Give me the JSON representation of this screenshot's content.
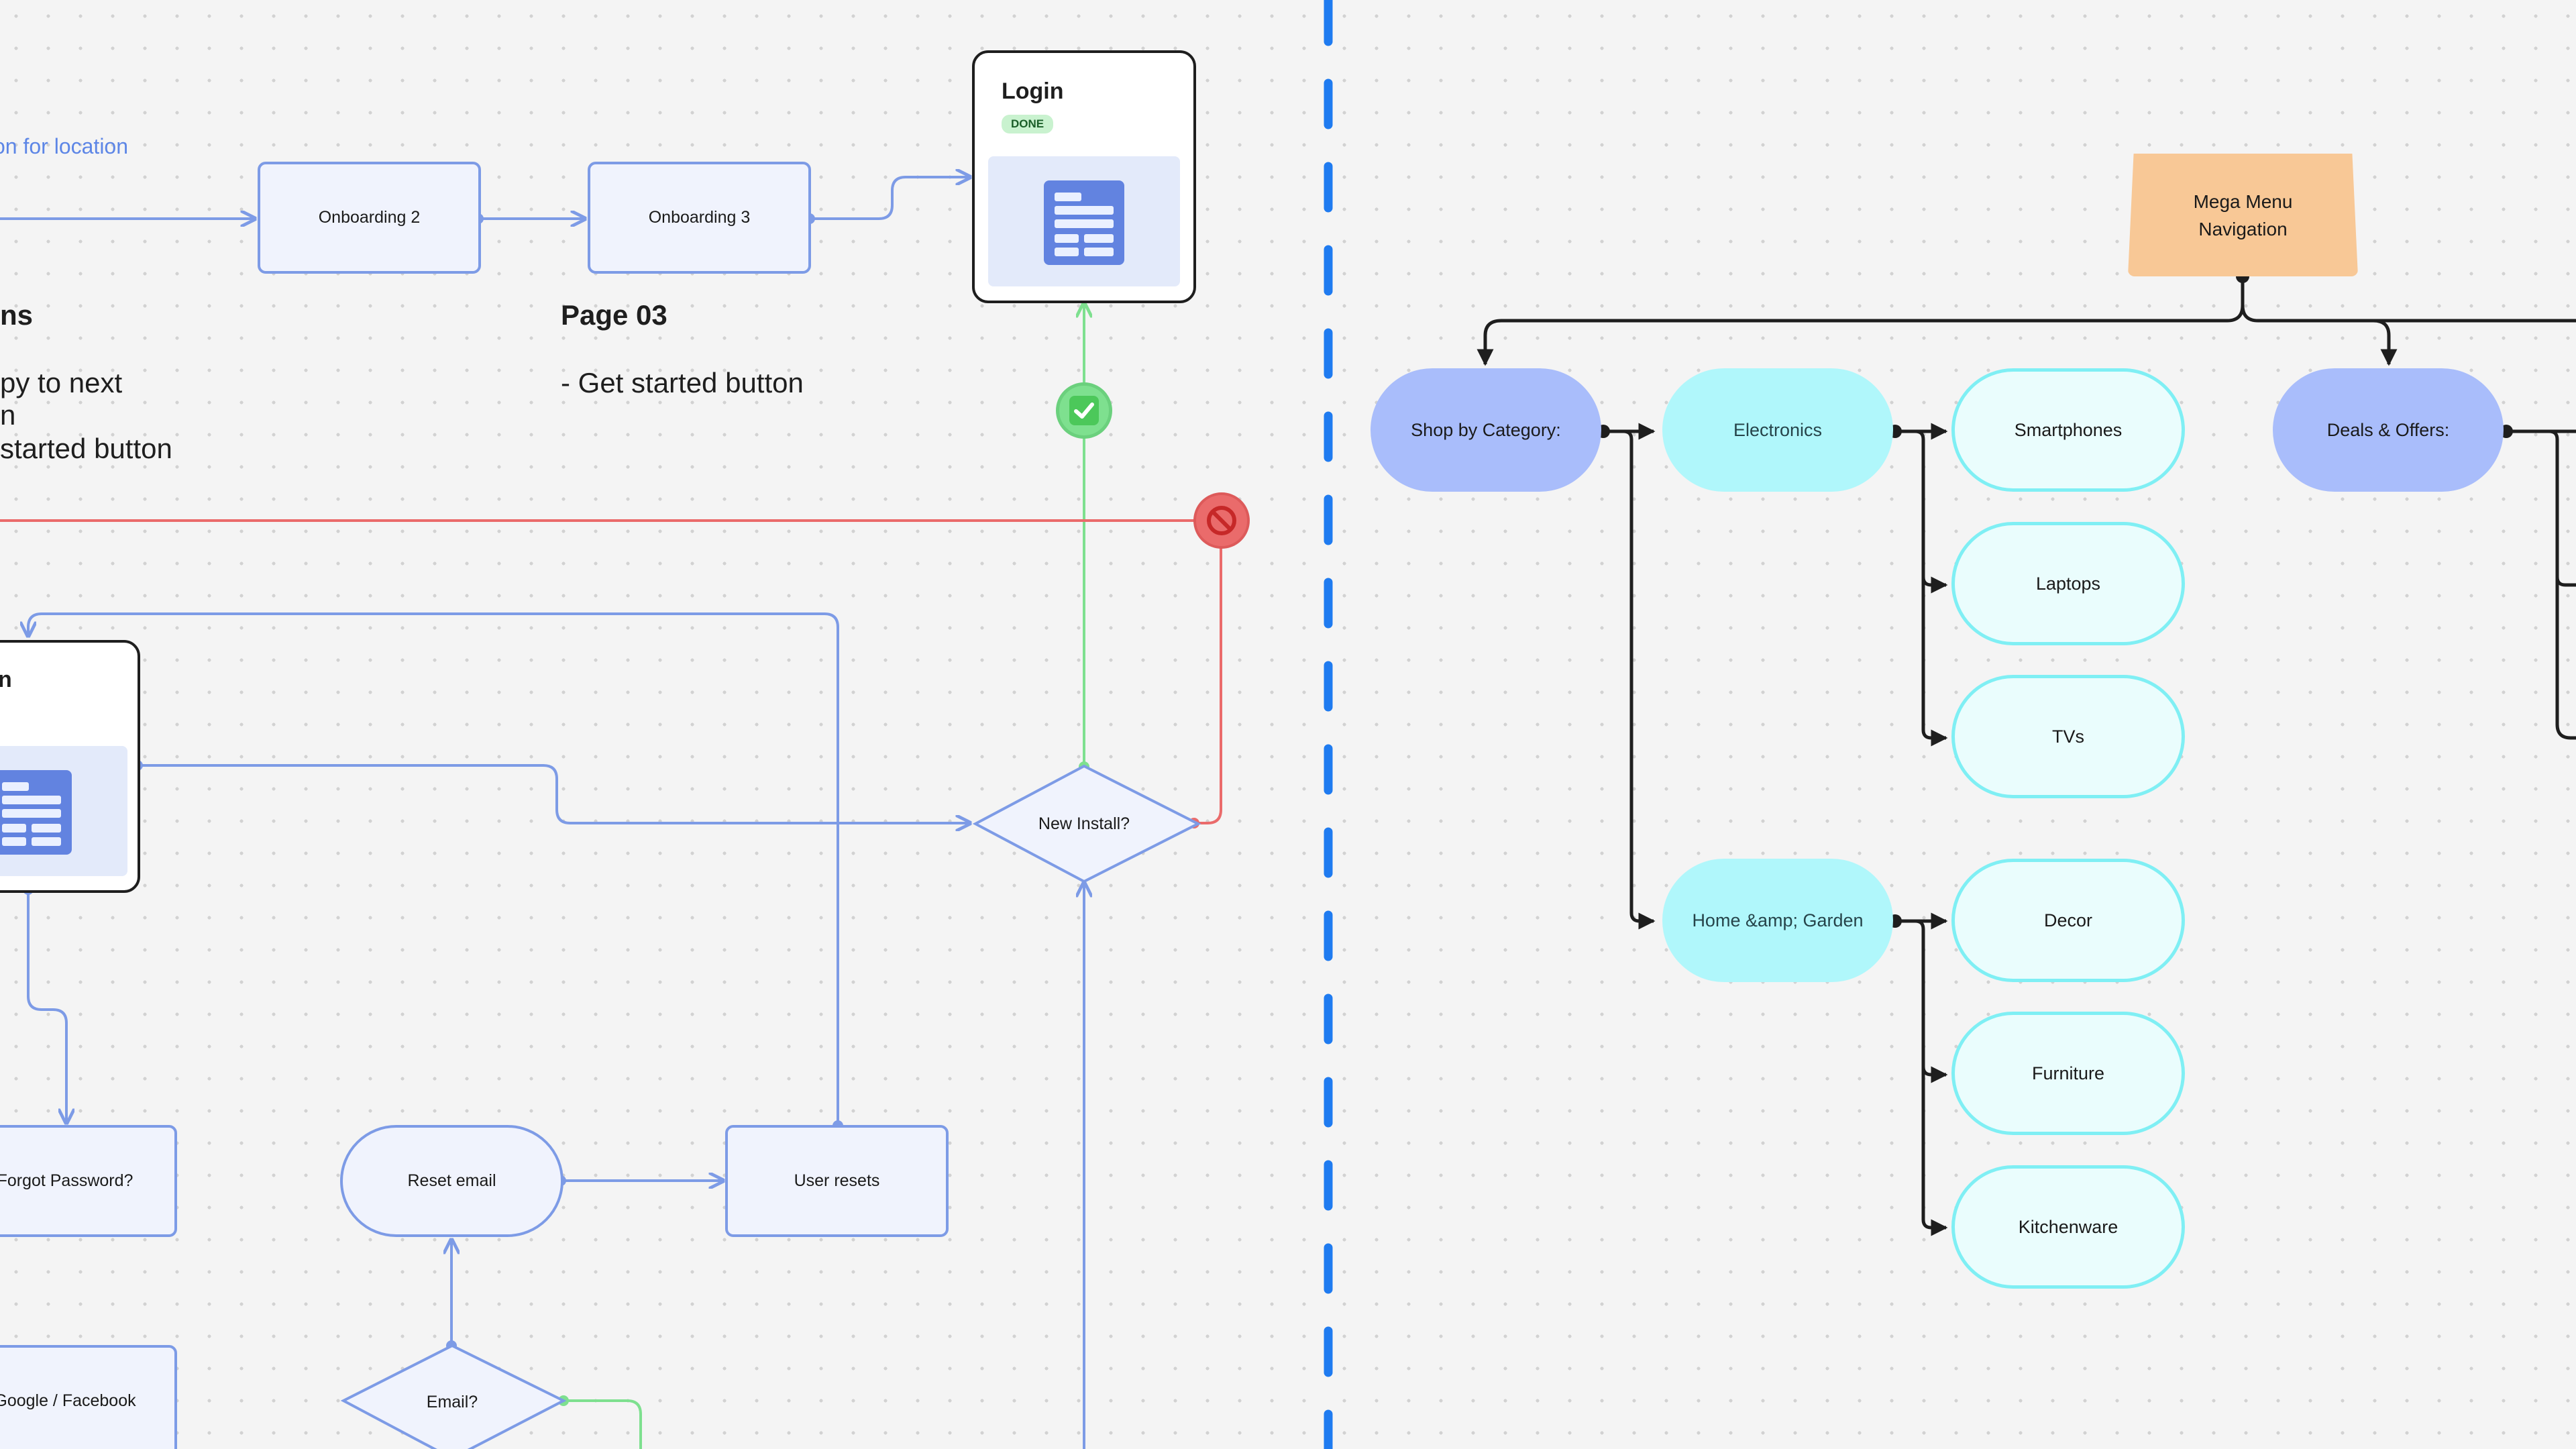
{
  "flowchart": {
    "link_text": "on for location",
    "nodes": {
      "onboarding2": "Onboarding 2",
      "onboarding3": "Onboarding 3",
      "new_install": "New Install?",
      "forgot_password": "Forgot Password?",
      "reset_email": "Reset email",
      "user_resets": "User resets",
      "google_facebook": "Google / Facebook",
      "email": "Email?"
    },
    "login_card": {
      "title": "Login",
      "badge": "DONE"
    },
    "partial_card_title": "n",
    "notes": {
      "left_heading": "ns",
      "left_lines": [
        "py to next",
        "n",
        "started button"
      ],
      "page03_heading": "Page 03",
      "page03_lines": [
        "- Get started button"
      ]
    },
    "status_icons": [
      "check-icon",
      "no-entry-icon"
    ],
    "colors": {
      "flow_blue": "#7d9be6",
      "success_green": "#7ee08f",
      "reject_red": "#ea6b6b",
      "divider_blue": "#1f7bf0"
    }
  },
  "mega_menu": {
    "root": [
      "Mega Menu",
      "Navigation"
    ],
    "categories": [
      {
        "label": "Shop by Category:",
        "children": [
          {
            "label": "Electronics",
            "items": [
              "Smartphones",
              "Laptops",
              "TVs"
            ]
          },
          {
            "label": "Home &amp; Garden",
            "items": [
              "Decor",
              "Furniture",
              "Kitchenware"
            ]
          }
        ]
      },
      {
        "label": "Deals & Offers:",
        "children": []
      }
    ],
    "colors": {
      "root": "#f8c896",
      "category": "#a9bdfb",
      "subcategory": "#b0f7fb",
      "leaf_border": "#7feff4"
    }
  }
}
